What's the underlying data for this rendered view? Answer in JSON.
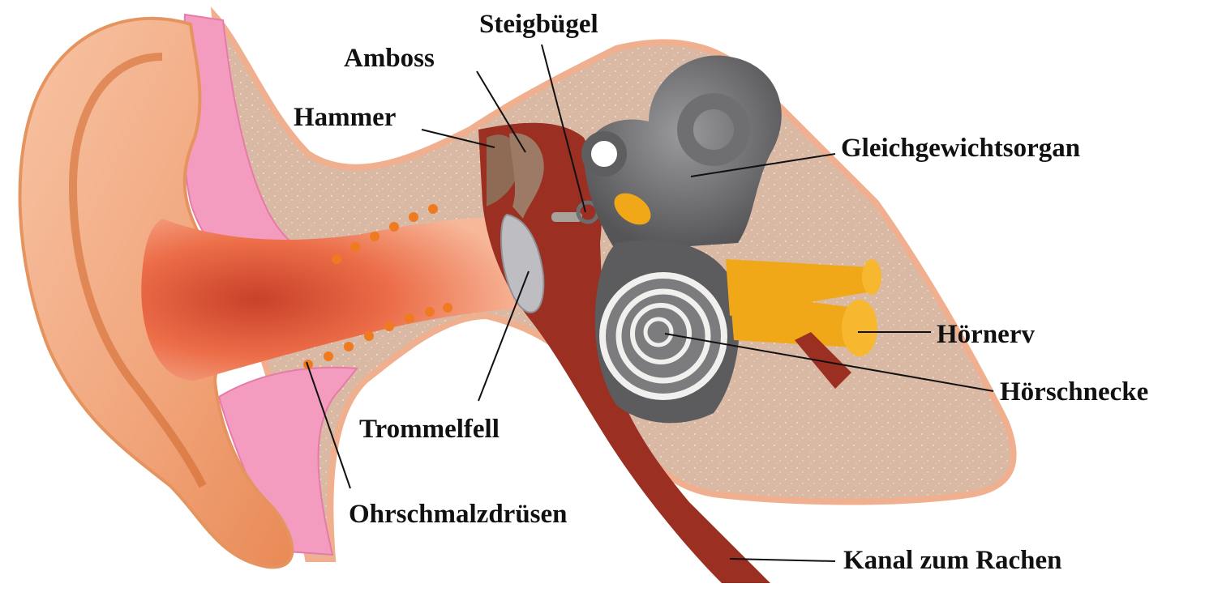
{
  "labels": {
    "steigbuegel": "Steigbügel",
    "amboss": "Amboss",
    "hammer": "Hammer",
    "gleichgewichtsorgan": "Gleichgewichtsorgan",
    "hoernerv": "Hörnerv",
    "hoerschnecke": "Hörschnecke",
    "trommelfell": "Trommelfell",
    "ohrschmalzdruesen": "Ohrschmalzdrüsen",
    "kanal_zum_rachen": "Kanal zum Rachen"
  },
  "colors": {
    "skin": "#f4b08c",
    "skin_dark": "#e07a3a",
    "bone": "#d8b6a0",
    "cartilage_pink": "#f59ac0",
    "canal_red": "#e85a3a",
    "middle_ear": "#9c3326",
    "labyrinth_gray": "#6d6d6f",
    "cochlea_white": "#f2f0ee",
    "nerve_yellow": "#f0a818",
    "drum_gray": "#b8b8bc"
  }
}
